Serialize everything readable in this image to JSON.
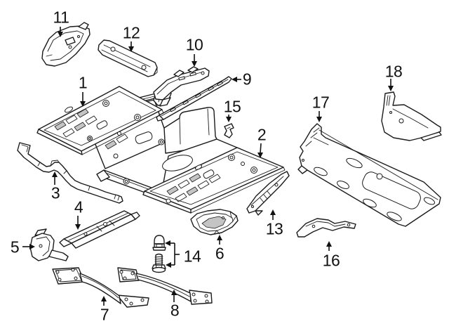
{
  "figure": {
    "background_color": "#ffffff",
    "line_color": "#1b1b1b",
    "label_color": "#111111"
  },
  "callouts": [
    {
      "label": "1"
    },
    {
      "label": "2"
    },
    {
      "label": "3"
    },
    {
      "label": "4"
    },
    {
      "label": "5"
    },
    {
      "label": "6"
    },
    {
      "label": "7"
    },
    {
      "label": "8"
    },
    {
      "label": "9"
    },
    {
      "label": "10"
    },
    {
      "label": "11"
    },
    {
      "label": "12"
    },
    {
      "label": "13"
    },
    {
      "label": "14"
    },
    {
      "label": "15"
    },
    {
      "label": "16"
    },
    {
      "label": "17"
    },
    {
      "label": "18"
    }
  ]
}
